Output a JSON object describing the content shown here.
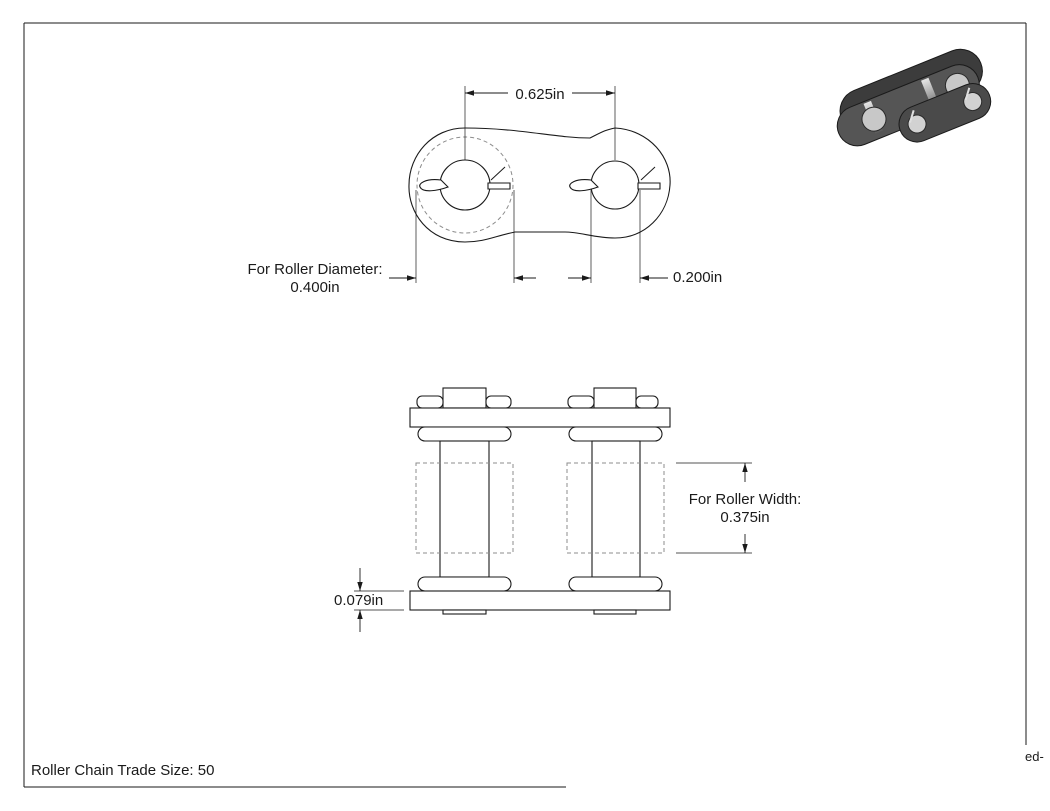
{
  "dimensions": {
    "pitch": "0.625in",
    "roller_diameter_caption": "For Roller Diameter:",
    "roller_diameter_value": "0.400in",
    "pin_offset": "0.200in",
    "roller_width_caption": "For Roller Width:",
    "roller_width_value": "0.375in",
    "plate_thickness": "0.079in"
  },
  "title_block": {
    "trade_size": "Roller Chain Trade Size: 50",
    "clipped_text": "ed-"
  },
  "colors": {
    "line": "#1a1a1a",
    "hidden_line": "#8c8c8c",
    "render_dark": "#3c3c3c",
    "render_mid": "#6e6e6e",
    "render_light": "#c8c8c8"
  }
}
